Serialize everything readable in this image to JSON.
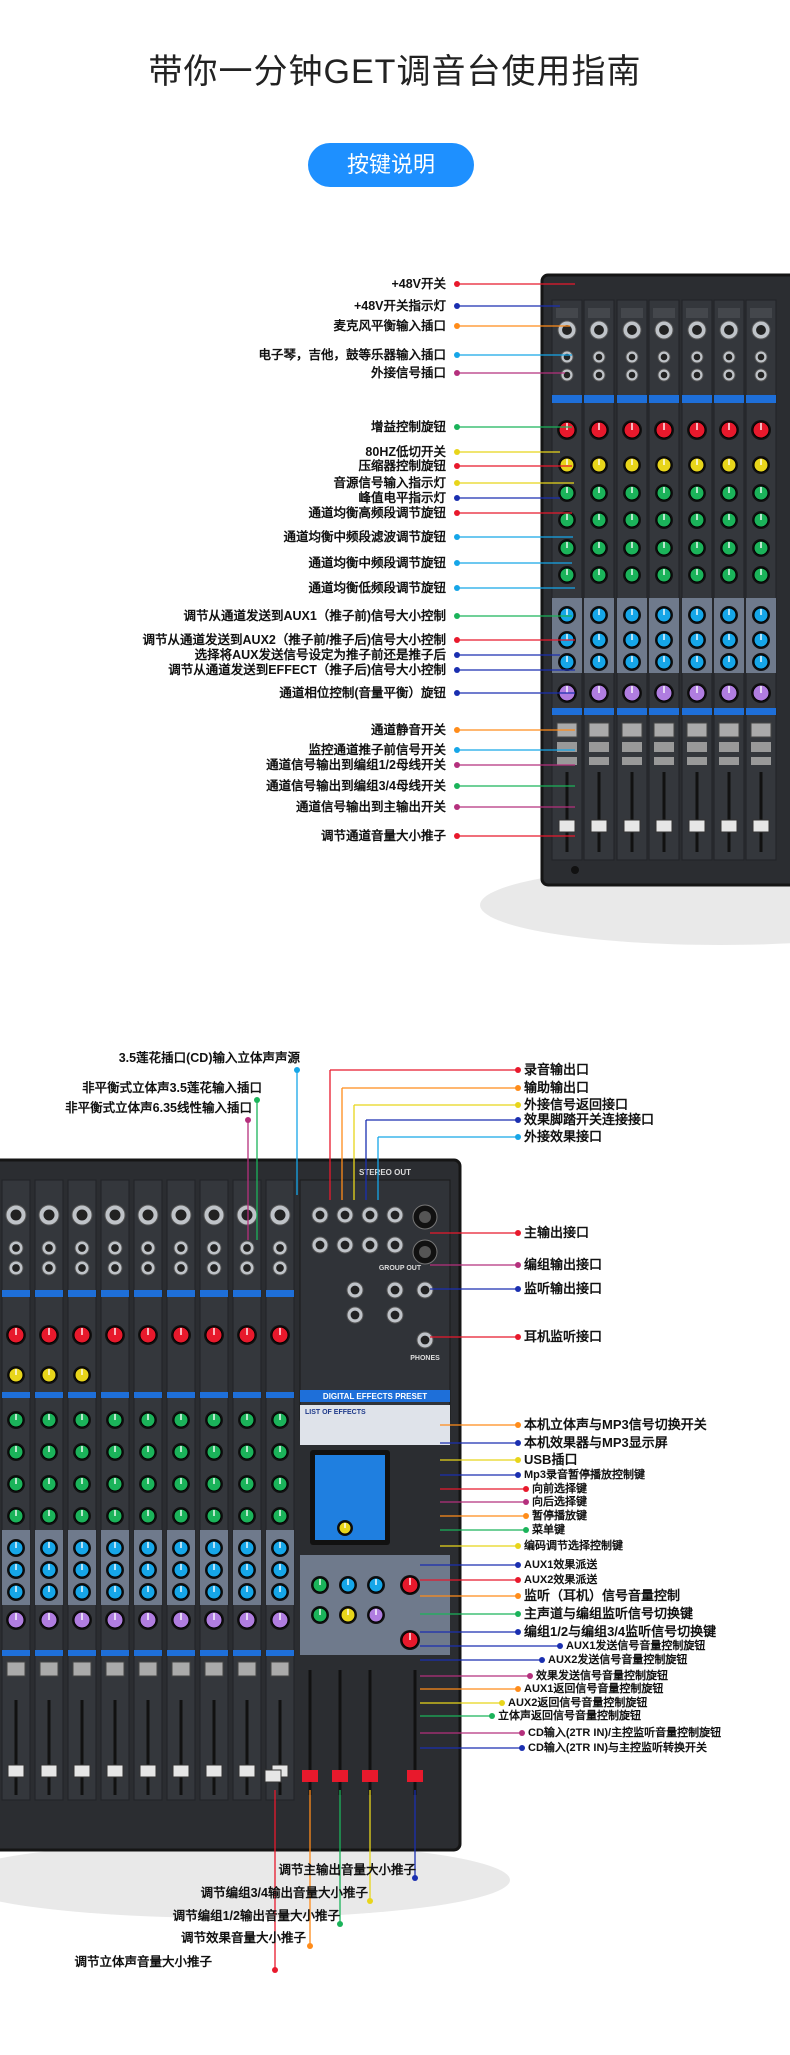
{
  "title": "带你一分钟GET调音台使用指南",
  "button_label": "按键说明",
  "top_labels": [
    "+48V开关",
    "+48V开关指示灯",
    "麦克风平衡输入插口",
    "电子琴，吉他，鼓等乐器输入插口",
    "外接信号插口",
    "增益控制旋钮",
    "80HZ低切开关",
    "压缩器控制旋钮",
    "音源信号输入指示灯",
    "峰值电平指示灯",
    "通道均衡高频段调节旋钮",
    "通道均衡中频段滤波调节旋钮",
    "通道均衡中频段调节旋钮",
    "通道均衡低频段调节旋钮",
    "调节从通道发送到AUX1（推子前)信号大小控制",
    "调节从通道发送到AUX2（推子前/推子后)信号大小控制",
    "选择将AUX发送信号设定为推子前还是推子后",
    "调节从通道发送到EFFECT（推子后)信号大小控制",
    "通道相位控制(音量平衡）旋钮",
    "通道静音开关",
    "监控通道推子前信号开关",
    "通道信号输出到编组1/2母线开关",
    "通道信号输出到编组3/4母线开关",
    "通道信号输出到主输出开关",
    "调节通道音量大小推子"
  ],
  "bottom_left_labels": [
    "3.5莲花插口(CD)输入立体声声源",
    "非平衡式立体声3.5莲花输入插口",
    "非平衡式立体声6.35线性输入插口"
  ],
  "bottom_right_labels": [
    "录音输出口",
    "输助输出口",
    "外接信号返回接口",
    "效果脚踏开关连接接口",
    "外接效果接口",
    "主输出接口",
    "编组输出接口",
    "监听输出接口",
    "耳机监听接口",
    "本机立体声与MP3信号切换开关",
    "本机效果器与MP3显示屏",
    "USB插口",
    "Mp3录音暂停播放控制键",
    "向前选择键",
    "向后选择键",
    "暂停播放键",
    "菜单键",
    "编码调节选择控制键",
    "AUX1效果派送",
    "AUX2效果派送",
    "监听（耳机）信号音量控制",
    "主声道与编组监听信号切换键",
    "编组1/2与编组3/4监听信号切换键",
    "AUX1发送信号音量控制旋钮",
    "AUX2发送信号音量控制旋钮",
    "效果发送信号音量控制旋钮",
    "AUX1返回信号音量控制旋钮",
    "AUX2返回信号音量控制旋钮",
    "立体声返回信号音量控制旋钮",
    "CD输入(2TR IN)/主控监听音量控制旋钮",
    "CD输入(2TR IN)与主控监听转换开关"
  ],
  "bottom_fader_labels": [
    "调节主输出音量大小推子",
    "调节编组3/4输出音量大小推子",
    "调节编组1/2输出音量大小推子",
    "调节效果音量大小推子",
    "调节立体声音量大小推子"
  ],
  "panel_text": {
    "effects_header": "DIGITAL EFFECTS PRESET",
    "list_of_effects": "LIST OF EFFECTS",
    "stereo_out": "STEREO OUT",
    "group_out": "GROUP OUT",
    "phones": "PHONES"
  },
  "colors": {
    "accent": "#1e90ff",
    "panel": "#2b2d31",
    "lines": [
      "#e8192c",
      "#1a2fb0",
      "#ff8c1a",
      "#16a6e8",
      "#b5307d",
      "#1bb35a",
      "#e8d51b"
    ]
  }
}
